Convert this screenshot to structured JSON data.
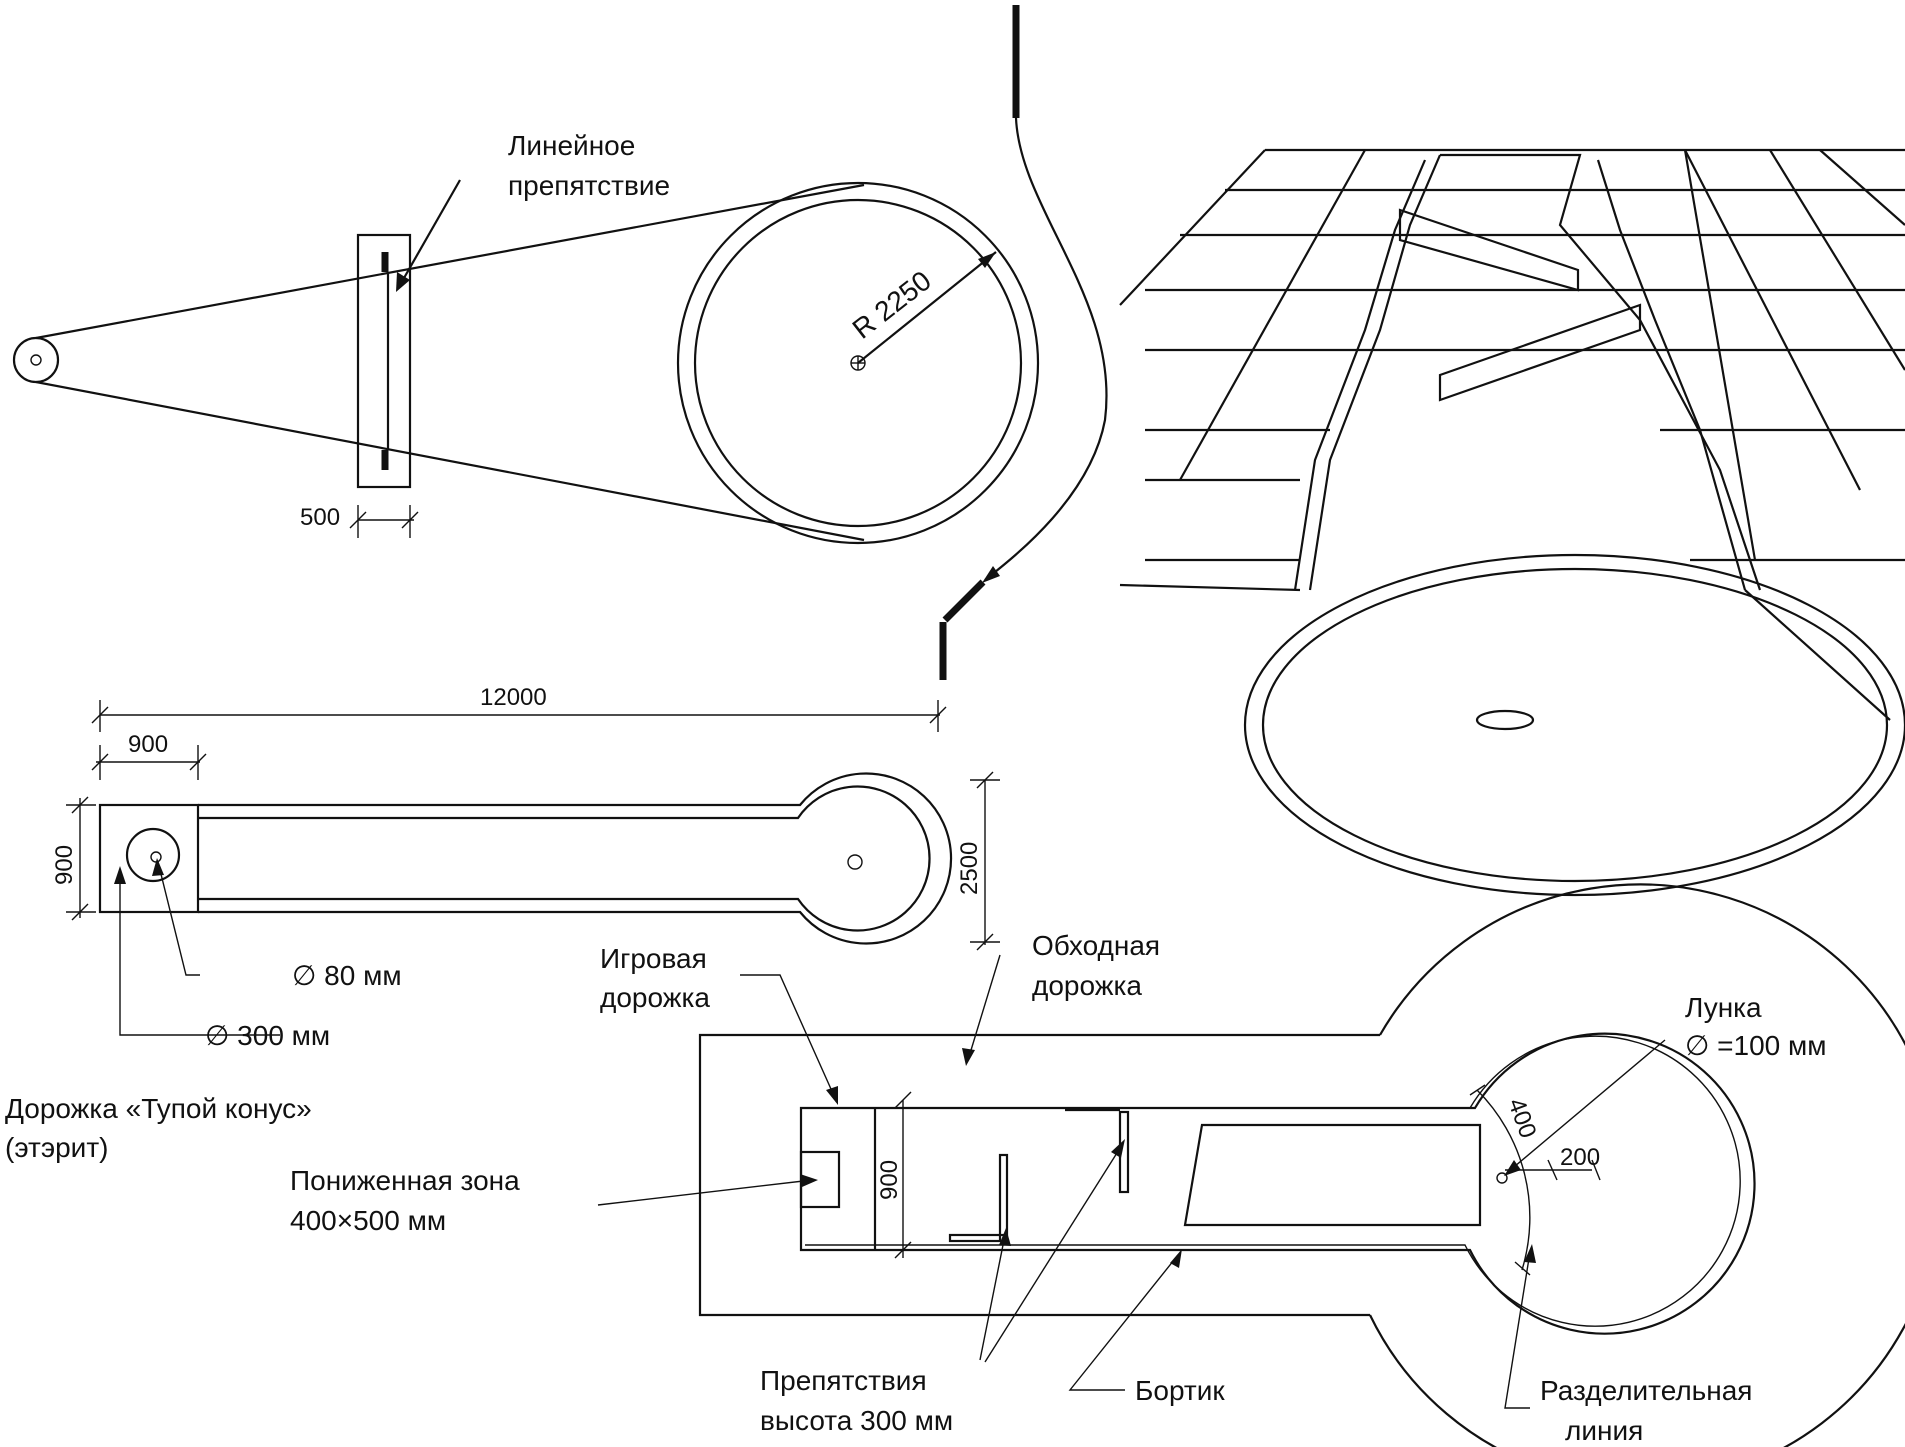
{
  "labels": {
    "linear_obstacle_1": "Линейное",
    "linear_obstacle_2": "препятствие",
    "radius": "R 2250",
    "dim_500": "500",
    "dim_12000": "12000",
    "dim_900_top": "900",
    "dim_900_left": "900",
    "dim_2500": "2500",
    "diam_80": "∅ 80 мм",
    "diam_300": "∅ 300 мм",
    "course_name_1": "Дорожка «Тупой конус»",
    "course_name_2": "(этэрит)",
    "playing_lane_1": "Игровая",
    "playing_lane_2": "дорожка",
    "bypass_path_1": "Обходная",
    "bypass_path_2": "дорожка",
    "hole_1": "Лунка",
    "hole_2": "∅ =100 мм",
    "lowered_zone_1": "Пониженная зона",
    "lowered_zone_2": "400×500 мм",
    "dim_900_plan": "900",
    "dim_400": "400",
    "dim_200": "200",
    "obstacles_1": "Препятствия",
    "obstacles_2": "высота 300 мм",
    "border": "Бортик",
    "dividing_line_1": "Разделительная",
    "dividing_line_2": "линия"
  }
}
